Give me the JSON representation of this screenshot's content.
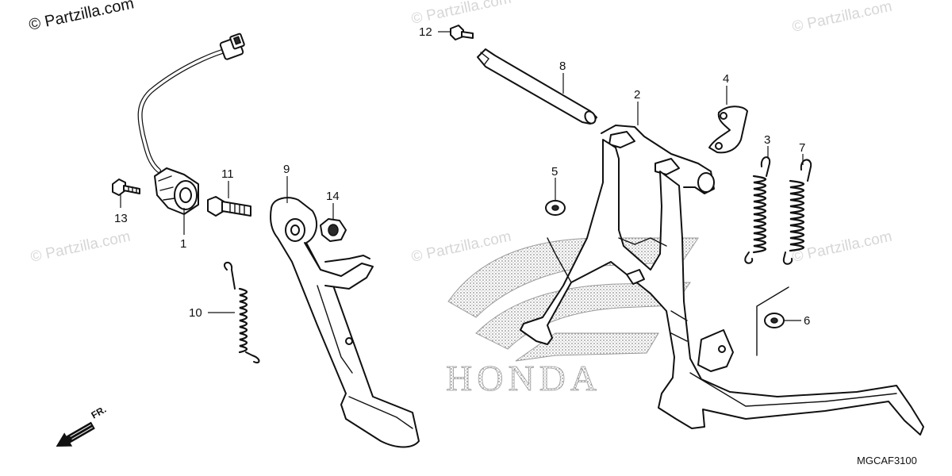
{
  "watermarks": {
    "main": "© Partzilla.com",
    "faint": "© Partzilla.com"
  },
  "diagram_code": "MGCAF3100",
  "direction_label": "FR.",
  "logo_text": "HONDA",
  "callouts": {
    "p1": "1",
    "p2": "2",
    "p3": "3",
    "p4": "4",
    "p5": "5",
    "p6": "6",
    "p7": "7",
    "p8": "8",
    "p9": "9",
    "p10": "10",
    "p11": "11",
    "p12": "12",
    "p13": "13",
    "p14": "14"
  },
  "icons": {
    "logo": "honda-wing-logo-icon",
    "direction": "front-direction-arrow-icon"
  }
}
